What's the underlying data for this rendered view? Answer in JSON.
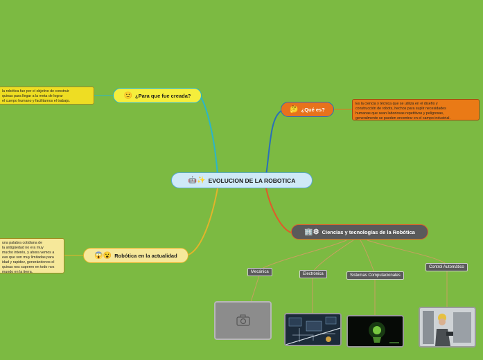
{
  "diagram": {
    "central": {
      "label": "EVOLUCION DE LA ROBOTICA",
      "icon": "robot-sparkle-icon"
    },
    "topics": {
      "para_que": {
        "label": "¿Para que fue creada?",
        "icon": "smile-icon",
        "note": "la robótica fue por el objetivo de construir\nquinas para llegar a la meta de lograr\nel cuerpo humano y facilitarnos el trabajo."
      },
      "que_es": {
        "label": "¿Qué es?",
        "icon": "thinking-icon",
        "note": "Es la ciencia y técnica que se utiliza en el diseño y\nconstrucción de robots, hechos para suplir necesidades\nhumanas que sean laboriosas repetitivas y peligrosas,\ngeneralmente se pueden encontrar en el campo industrial."
      },
      "actualidad": {
        "label": "Robótica en la actualidad",
        "icon": "surprised-icon",
        "note": " una palabra cotidiana de\n la antigüedad no era muy\n mucho interés, y ahora vemos a\neas que son muy limitadas para\nidad y rapidez, generándonos el\nquinas nos superen en todo nos\n mundo en la tierra."
      },
      "ciencias": {
        "label": "Ciencias y tecnologías de la Robótica",
        "icon": "gear-icon",
        "subtopics": [
          "Mecánica",
          "Electrónica",
          "Sistemas Computacionales",
          "Control Automático"
        ]
      }
    },
    "colors": {
      "background": "#7cba42",
      "para_que": "#2bb5c8",
      "que_es": "#e8721c",
      "actualidad": "#e3a72a",
      "ciencias": "#e05a2a",
      "central": "#56a8d8"
    }
  }
}
